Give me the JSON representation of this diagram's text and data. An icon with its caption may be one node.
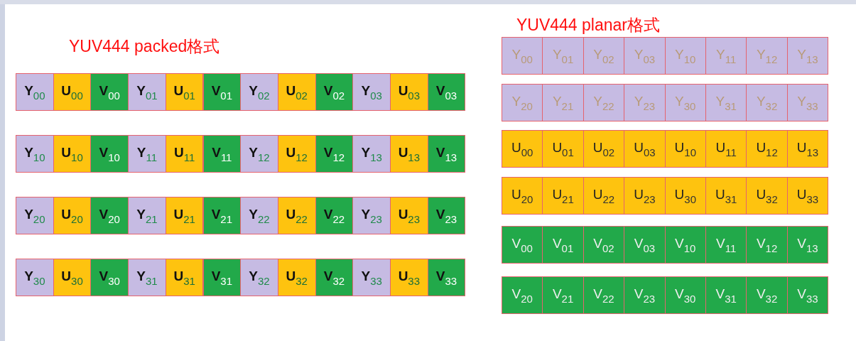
{
  "diagram": {
    "nodes": [
      {
        "text": [
          "Y$_{00}$"
        ]
      },
      {
        "text": [
          "U$_{00}$"
        ]
      },
      {
        "text": [
          "V$_{00}$"
        ]
      },
      {
        "text": [
          "Y$_{01}$"
        ]
      },
      {
        "text": [
          "U$_{01}$"
        ]
      },
      {
        "text": [
          "V$_{01}$"
        ]
      },
      {
        "text": [
          "Y$_{02}$"
        ]
      },
      {
        "text": [
          "U$_{02}$"
        ]
      },
      {
        "text": [
          "V$_{02}$"
        ]
      },
      {
        "text": [
          "Y$_{03}$"
        ]
      },
      {
        "text": [
          "U$_{03}$"
        ]
      },
      {
        "text": [
          "V$_{03}$"
        ]
      },
      {
        "text": [
          "Y$_{10}$"
        ]
      },
      {
        "text": [
          "U$_{10}$"
        ]
      },
      {
        "text": [
          "V$_{10}$"
        ]
      },
      {
        "text": [
          "Y$_{11}$"
        ]
      },
      {
        "text": [
          "U$_{11}$"
        ]
      },
      {
        "text": [
          "V$_{11}$"
        ]
      },
      {
        "text": [
          "Y$_{12}$"
        ]
      },
      {
        "text": [
          "U$_{12}$"
        ]
      },
      {
        "text": [
          "V$_{12}$"
        ]
      },
      {
        "text": [
          "Y$_{13}$"
        ]
      },
      {
        "text": [
          "U$_{13}$"
        ]
      },
      {
        "text": [
          "V$_{13}$"
        ]
      },
      {
        "text": [
          "Y$_{20}$"
        ]
      },
      {
        "text": [
          "U$_{20}$"
        ]
      },
      {
        "text": [
          "V$_{20}$"
        ]
      },
      {
        "text": [
          "Y$_{21}$"
        ]
      },
      {
        "text": [
          "U$_{21}$"
        ]
      },
      {
        "text": [
          "V$_{21}$"
        ]
      },
      {
        "text": [
          "Y$_{22}$"
        ]
      },
      {
        "text": [
          "U$_{22}$"
        ]
      },
      {
        "text": [
          "V$_{22}$"
        ]
      },
      {
        "text": [
          "Y$_{23}$"
        ]
      },
      {
        "text": [
          "U$_{23}$"
        ]
      },
      {
        "text": [
          "V$_{23}$"
        ]
      },
      {
        "text": [
          "Y$_{30}$"
        ]
      },
      {
        "text": [
          "U$_{30}$"
        ]
      },
      {
        "text": [
          "V$_{30}$"
        ]
      },
      {
        "text": [
          "Y$_{31}$"
        ]
      },
      {
        "text": [
          "U$_{31}$"
        ]
      },
      {
        "text": [
          "V$_{31}$"
        ]
      },
      {
        "text": [
          "Y$_{32}$"
        ]
      },
      {
        "text": [
          "U$_{32}$"
        ]
      },
      {
        "text": [
          "V$_{32}$"
        ]
      },
      {
        "text": [
          "Y$_{33}$"
        ]
      },
      {
        "text": [
          "U$_{33}$"
        ]
      },
      {
        "text": [
          "V$_{33}$"
        ]
      },
      {
        "text": [
          "Y$_{00}$"
        ]
      },
      {
        "text": [
          "Y$_{01}$"
        ]
      },
      {
        "text": [
          "Y$_{02}$"
        ]
      },
      {
        "text": [
          "Y$_{03}$"
        ]
      },
      {
        "text": [
          "Y$_{10}$"
        ]
      },
      {
        "text": [
          "Y$_{11}$"
        ]
      },
      {
        "text": [
          "Y$_{12}$"
        ]
      },
      {
        "text": [
          "Y$_{13}$"
        ]
      },
      {
        "text": [
          "Y$_{20}$"
        ]
      },
      {
        "text": [
          "Y$_{21}$"
        ]
      },
      {
        "text": [
          "Y$_{22}$"
        ]
      },
      {
        "text": [
          "Y$_{23}$"
        ]
      },
      {
        "text": [
          "Y$_{30}$"
        ]
      },
      {
        "text": [
          "Y$_{31}$"
        ]
      },
      {
        "text": [
          "Y$_{32}$"
        ]
      },
      {
        "text": [
          "Y$_{33}$"
        ]
      },
      {
        "text": [
          "U$_{00}$"
        ]
      },
      {
        "text": [
          "U$_{01}$"
        ]
      },
      {
        "text": [
          "U$_{02}$"
        ]
      },
      {
        "text": [
          "U$_{03}$"
        ]
      },
      {
        "text": [
          "U$_{10}$"
        ]
      },
      {
        "text": [
          "U$_{11}$"
        ]
      },
      {
        "text": [
          "U$_{12}$"
        ]
      },
      {
        "text": [
          "U$_{13}$"
        ]
      },
      {
        "text": [
          "U$_{20}$"
        ]
      },
      {
        "text": [
          "U$_{21}$"
        ]
      },
      {
        "text": [
          "U$_{22}$"
        ]
      },
      {
        "text": [
          "U$_{23}$"
        ]
      },
      {
        "text": [
          "U$_{30}$"
        ]
      },
      {
        "text": [
          "U$_{31}$"
        ]
      },
      {
        "text": [
          "U$_{32}$"
        ]
      },
      {
        "text": [
          "U$_{33}$"
        ]
      },
      {
        "text": [
          "V$_{00}$"
        ]
      },
      {
        "text": [
          "V$_{01}$"
        ]
      },
      {
        "text": [
          "V$_{02}$"
        ]
      },
      {
        "text": [
          "V$_{03}$"
        ]
      },
      {
        "text": [
          "V$_{10}$"
        ]
      },
      {
        "text": [
          "V$_{11}$"
        ]
      },
      {
        "text": [
          "V$_{12}$"
        ]
      },
      {
        "text": [
          "V$_{13}$"
        ]
      },
      {
        "text": [
          "V$_{20}$"
        ]
      },
      {
        "text": [
          "V$_{21}$"
        ]
      },
      {
        "text": [
          "V$_{22}$"
        ]
      },
      {
        "text": [
          "V$_{23}$"
        ]
      },
      {
        "text": [
          "V$_{30}$"
        ]
      },
      {
        "text": [
          "V$_{31}$"
        ]
      },
      {
        "text": [
          "V$_{32}$"
        ]
      },
      {
        "text": [
          "V$_{33}$"
        ]
      }
    ],
    "labels": [
      "YUV444 packed格式",
      "YUV444 planar格式"
    ]
  }
}
